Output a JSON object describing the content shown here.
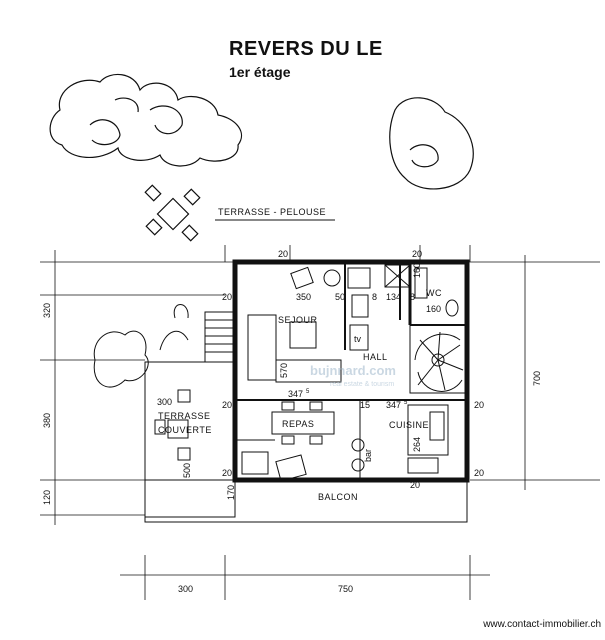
{
  "header": {
    "title": "REVERS DU LE",
    "subtitle": "1er étage"
  },
  "rooms": {
    "terrasse_pelouse": "TERRASSE - PELOUSE",
    "sejour": "SEJOUR",
    "hall": "HALL",
    "wc": "WC",
    "terrasse": "TERRASSE",
    "couverte": "COUVERTE",
    "repas": "REPAS",
    "cuisine": "CUISINE",
    "balcon": "BALCON",
    "tv": "tv",
    "bar": "bar"
  },
  "dimensions": {
    "d_20_a": "20",
    "d_20_b": "20",
    "d_20_c": "20",
    "d_20_d": "20",
    "d_20_e": "20",
    "d_20_f": "20",
    "d_20_g": "20",
    "d_20_h": "20",
    "d_350": "350",
    "d_50": "50",
    "d_8_a": "8",
    "d_134": "134",
    "d_8_b": "8",
    "d_160_a": "160",
    "d_160_b": "160",
    "d_570": "570",
    "d_347_a": "347",
    "d_347_b": "347",
    "d_5_a": "5",
    "d_5_b": "5",
    "d_15": "15",
    "d_300_top": "300",
    "d_264": "264",
    "d_500": "500",
    "d_170": "170",
    "d_320": "320",
    "d_380": "380",
    "d_120": "120",
    "d_700": "700",
    "d_300_bottom": "300",
    "d_750": "750"
  },
  "watermark": {
    "text": "bujnnard.com",
    "sub": "real estate & tourism"
  },
  "footer": {
    "url": "www.contact-immobilier.ch"
  }
}
